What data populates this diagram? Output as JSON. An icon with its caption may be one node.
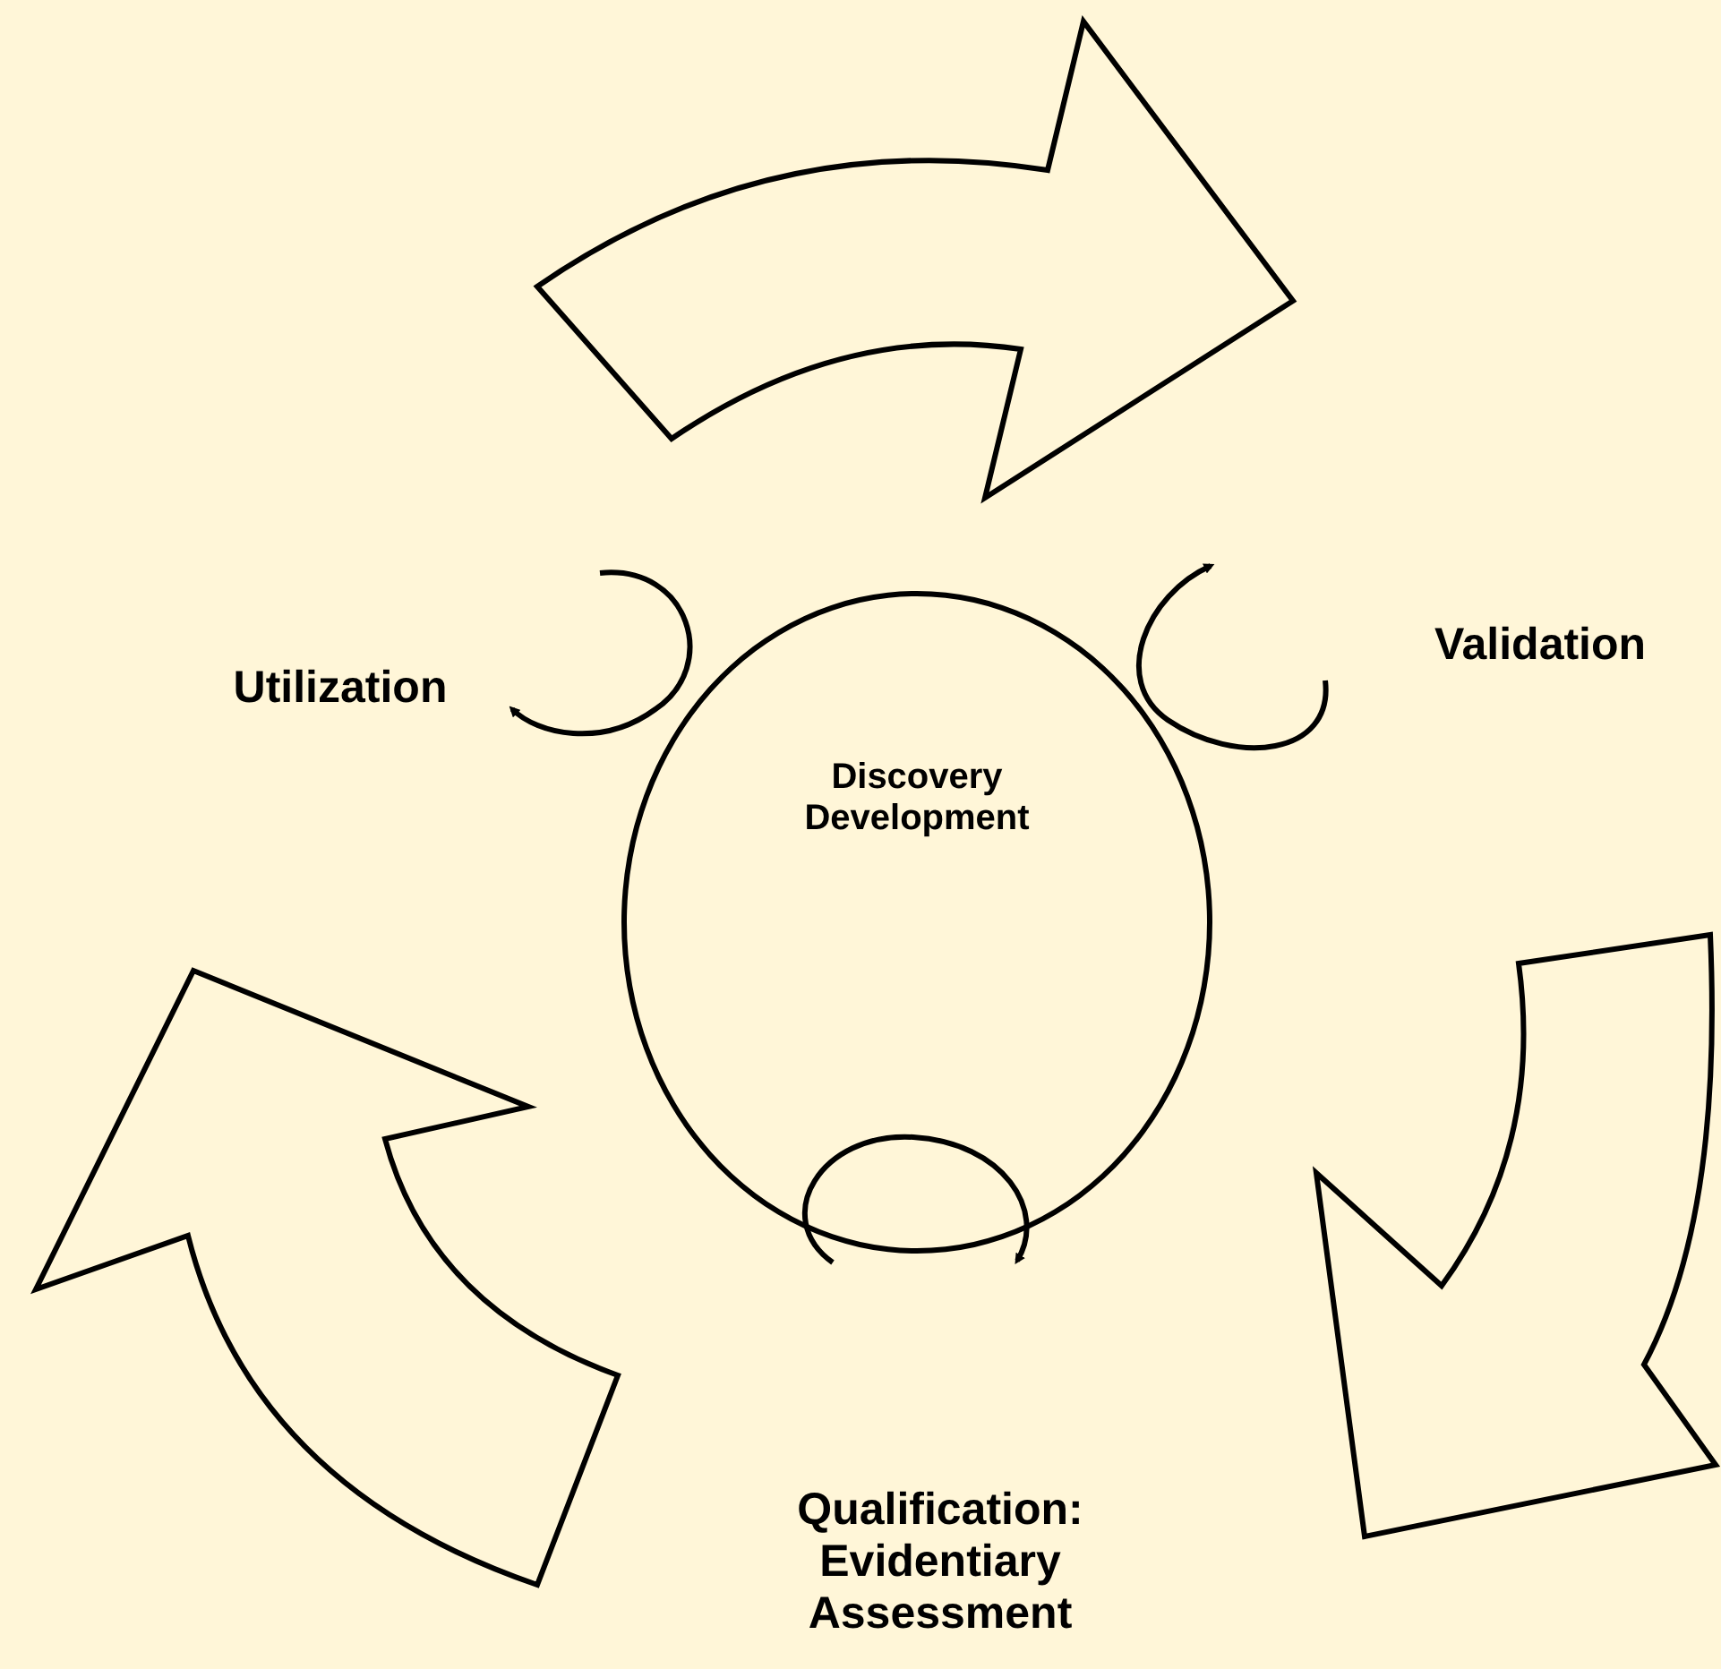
{
  "diagram": {
    "nodes": [
      {
        "text": [
          "Validation"
        ]
      },
      {
        "text": [
          "Utilization"
        ]
      },
      {
        "text": [
          "Discovery Development"
        ]
      },
      {
        "text": [
          "Qualification: Evidentiary Assessment"
        ]
      }
    ],
    "edges": [
      {
        "from": 1,
        "to": 0,
        "arrow": "to"
      },
      {
        "from": 0,
        "to": 3,
        "arrow": "to"
      },
      {
        "from": 3,
        "to": 1,
        "arrow": "to"
      }
    ]
  }
}
